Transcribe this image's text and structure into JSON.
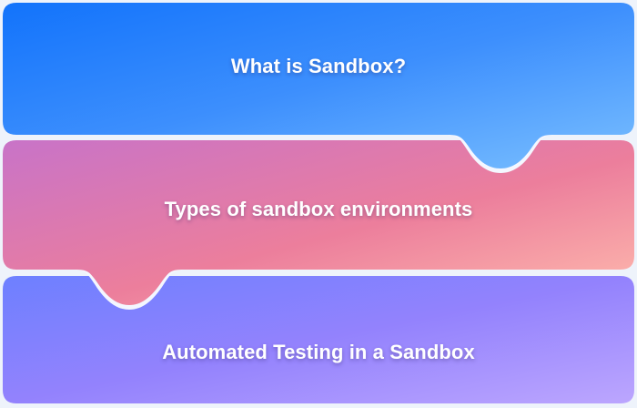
{
  "panels": [
    {
      "title": "What is Sandbox?",
      "gradient": [
        "#1273fb",
        "#3d8ffd",
        "#72bbff"
      ]
    },
    {
      "title": "Types of sandbox environments",
      "gradient": [
        "#c873c6",
        "#ec7f9c",
        "#ffb9ae"
      ]
    },
    {
      "title": "Automated Testing in a Sandbox",
      "gradient": [
        "#6f80ff",
        "#9382fd",
        "#b9a2fe"
      ]
    }
  ],
  "background": "#eef3fb"
}
